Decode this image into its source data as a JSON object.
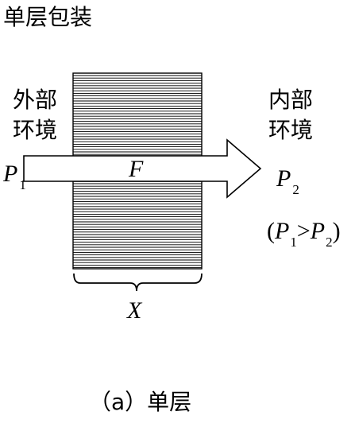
{
  "title": "单层包装",
  "labels": {
    "outside_line1": "外部",
    "outside_line2": "环境",
    "inside_line1": "内部",
    "inside_line2": "环境",
    "pressure_outside_main": "P",
    "pressure_outside_sub": "1",
    "pressure_inside_main": "P",
    "pressure_inside_sub": "2",
    "flux": "F",
    "thickness": "X",
    "relation_open": "(",
    "relation_p1": "P",
    "relation_p1_sub": "1",
    "relation_gt": ">",
    "relation_p2": "P",
    "relation_p2_sub": "2",
    "relation_close": ")"
  },
  "caption": "（a）单层",
  "colors": {
    "ink": "#000000",
    "background": "#ffffff"
  }
}
